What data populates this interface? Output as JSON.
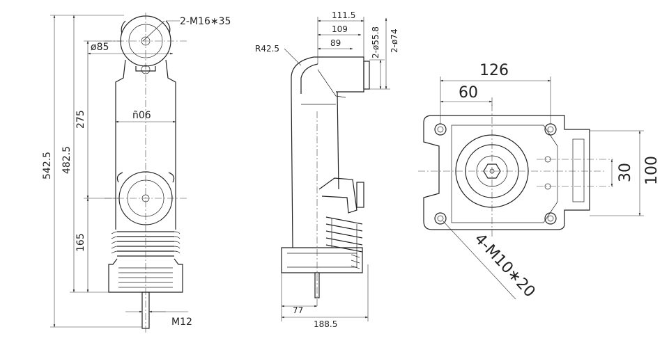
{
  "front_view": {
    "thread_top": "2-M16∗35",
    "dia_head": "ø85",
    "dia_body": "ñ06",
    "h_total": "542.5",
    "h_482": "482.5",
    "h_275": "275",
    "h_165": "165",
    "thread_bottom": "M12"
  },
  "side_view": {
    "radius": "R42.5",
    "w_111": "111.5",
    "w_109": "109",
    "w_89": "89",
    "dia_558": "2-ø55.8",
    "dia_74": "2-ø74",
    "w_77": "77",
    "w_188": "188.5"
  },
  "bottom_view": {
    "w_126": "126",
    "w_60": "60",
    "h_30": "30",
    "h_100": "100",
    "holes": "4-M10∗20"
  }
}
